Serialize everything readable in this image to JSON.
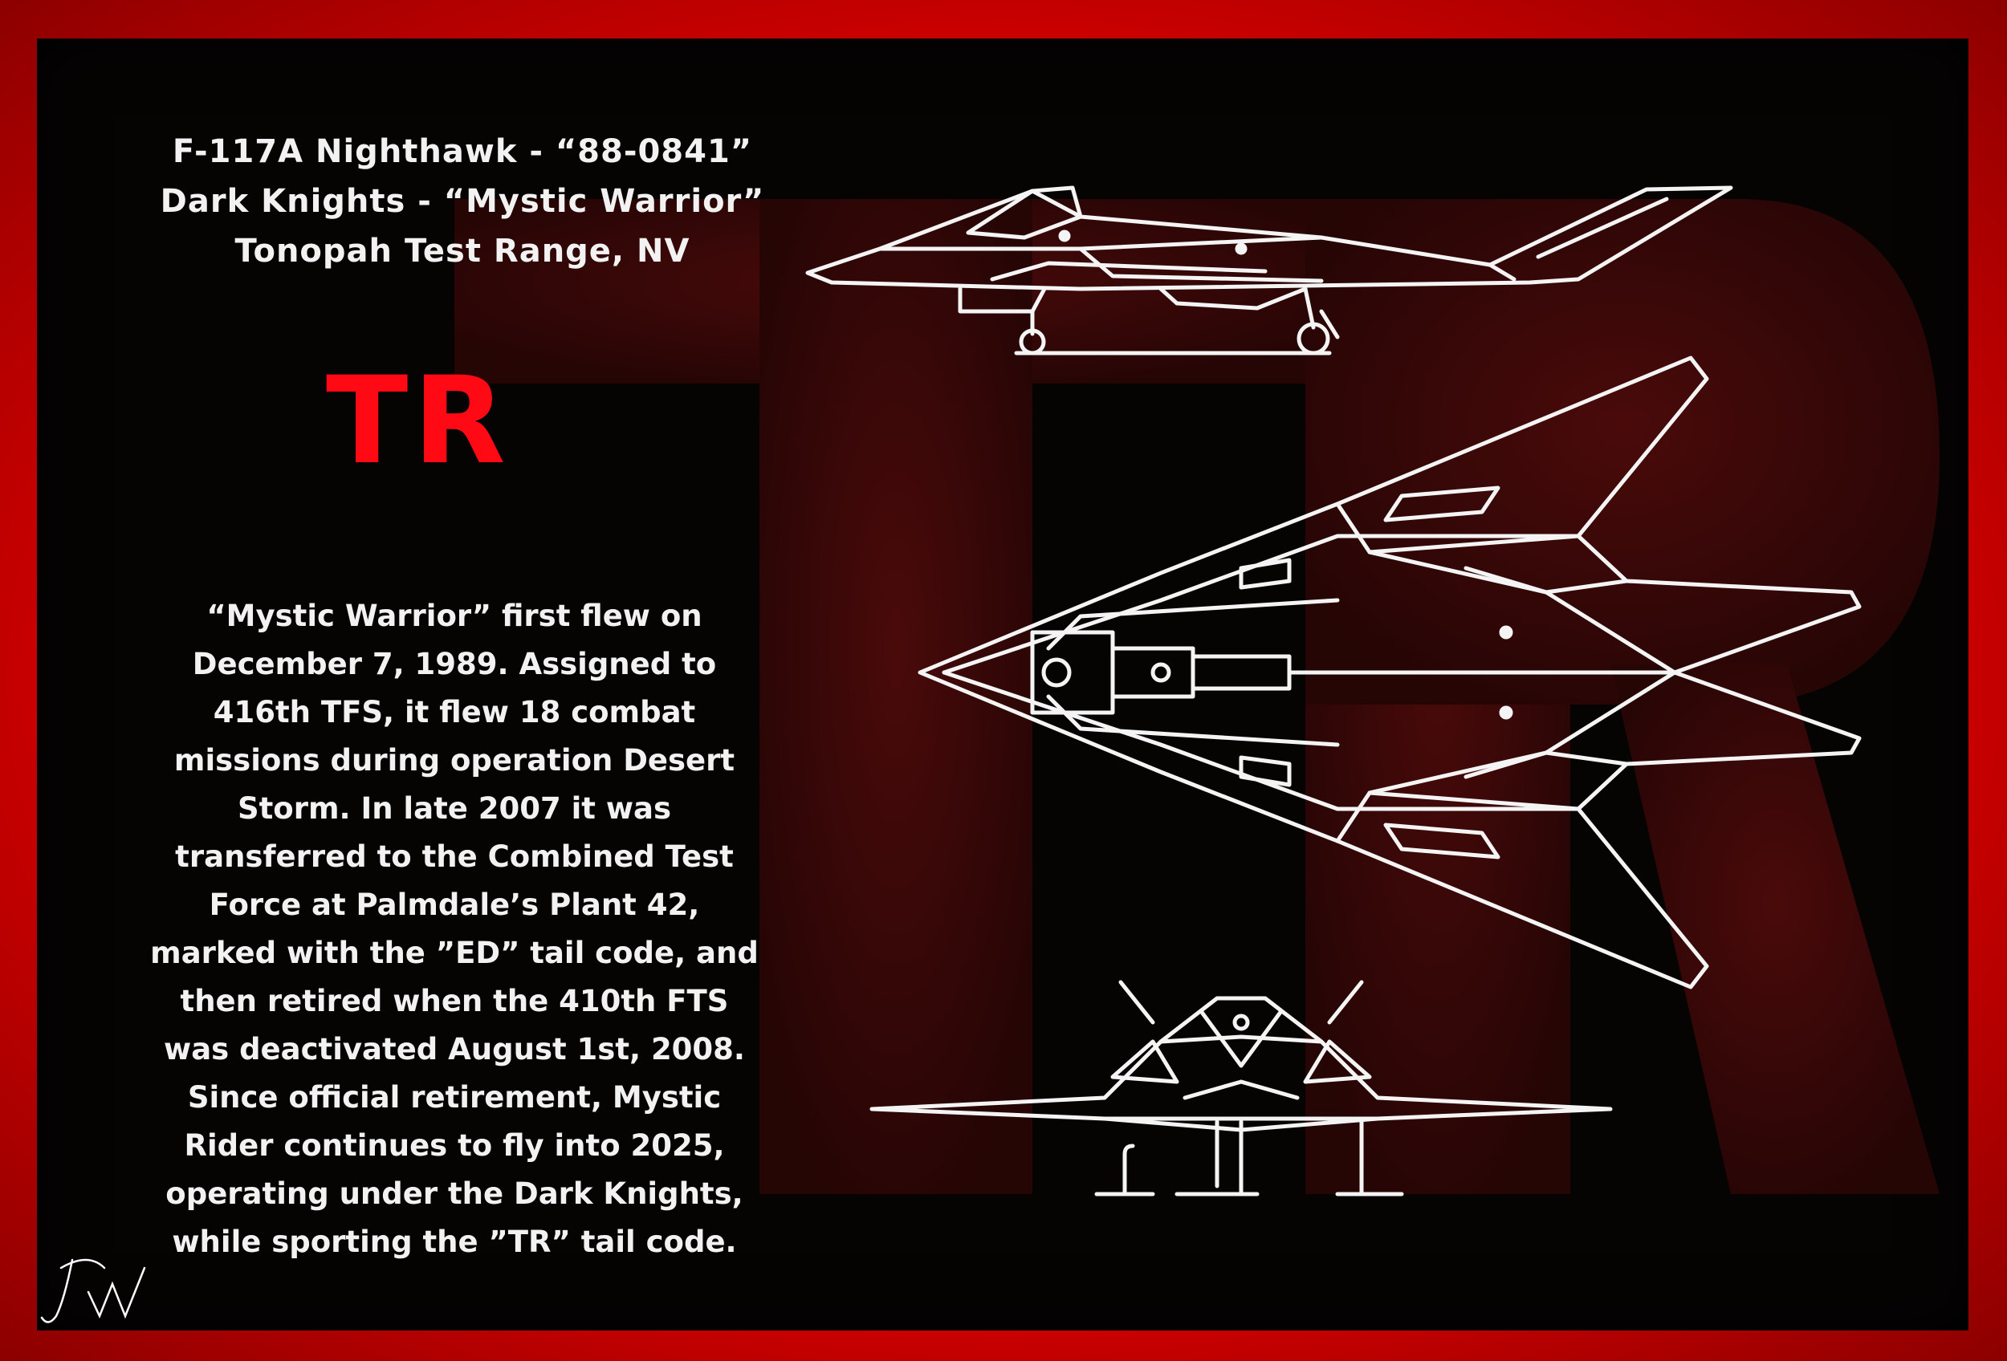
{
  "header": {
    "line1": "F-117A Nighthawk - “88-0841”",
    "line2": "Dark Knights - “Mystic Warrior”",
    "line3": "Tonopah Test Range, NV"
  },
  "tail_code": "TR",
  "background_letters": "TR",
  "story": {
    "lines": [
      "“Mystic Warrior” first flew on",
      "December 7, 1989. Assigned to",
      "416th TFS, it flew 18 combat",
      "missions during operation Desert",
      "Storm. In late 2007 it was",
      "transferred to the Combined Test",
      "Force at Palmdale’s Plant 42,",
      "marked with the ”ED” tail code, and",
      "then retired when the 410th FTS",
      "was deactivated August 1st, 2008.",
      "Since official retirement, Mystic",
      "Rider continues to fly into 2025,",
      "operating under the Dark Knights,",
      "while sporting the  ”TR” tail code."
    ]
  },
  "signature": "JW",
  "colors": {
    "frame_red": "#e00000",
    "panel_black": "#060303",
    "tail_code_red": "#ff0a14",
    "text_white": "#f2f2f2",
    "bg_letter_red": "#3a0808"
  },
  "icons": {
    "side_view": "aircraft-side-view-icon",
    "top_view": "aircraft-top-view-icon",
    "front_view": "aircraft-front-view-icon"
  }
}
